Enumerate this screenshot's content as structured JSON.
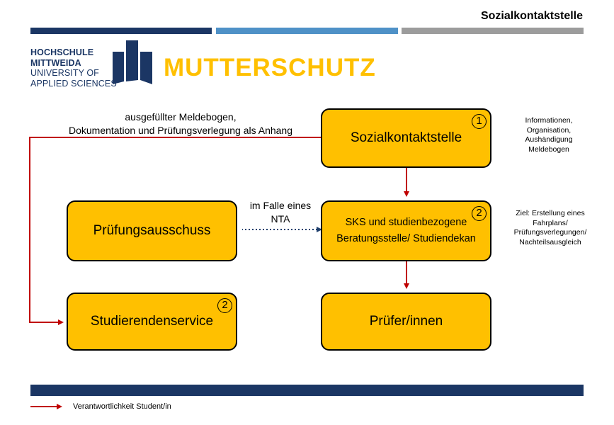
{
  "header": {
    "title": "Sozialkontaktstelle"
  },
  "colors": {
    "navy": "#1B3664",
    "steel_blue": "#4F91C7",
    "gray": "#9C9C9C",
    "box_fill": "#FFC000",
    "arrow_red": "#C00000",
    "dotted_blue": "#1F3F6C"
  },
  "logo": {
    "line1": "HOCHSCHULE",
    "line2": "MITTWEIDA",
    "line3": "UNIVERSITY OF",
    "line4": "APPLIED SCIENCES"
  },
  "page_heading": "MUTTERSCHUTZ",
  "boxes": {
    "sks": {
      "label": "Sozialkontaktstelle",
      "number": "1"
    },
    "beratung": {
      "label_line1": "SKS und studienbezogene",
      "label_line2": "Beratungsstelle/ Studiendekan",
      "number": "2"
    },
    "pruefer": {
      "label": "Prüfer/innen"
    },
    "ausschuss": {
      "label": "Prüfungsausschuss"
    },
    "studserv": {
      "label": "Studierendenservice",
      "number": "2"
    }
  },
  "notes": {
    "note1": [
      "Informationen,",
      "Organisation,",
      "Aushändigung",
      "Meldebogen"
    ],
    "note2": [
      "Ziel: Erstellung eines",
      "Fahrplans/",
      "Prüfungsverlegungen/",
      "Nachteilsausgleich"
    ]
  },
  "arrow_labels": {
    "top_line1": "ausgefüllter Meldebogen,",
    "top_line2": "Dokumentation und Prüfungsverlegung als Anhang",
    "nta_line1": "im Falle eines",
    "nta_line2": "NTA"
  },
  "legend": {
    "label": "Verantwortlichkeit Student/in",
    "icon": "red-arrow-icon"
  }
}
